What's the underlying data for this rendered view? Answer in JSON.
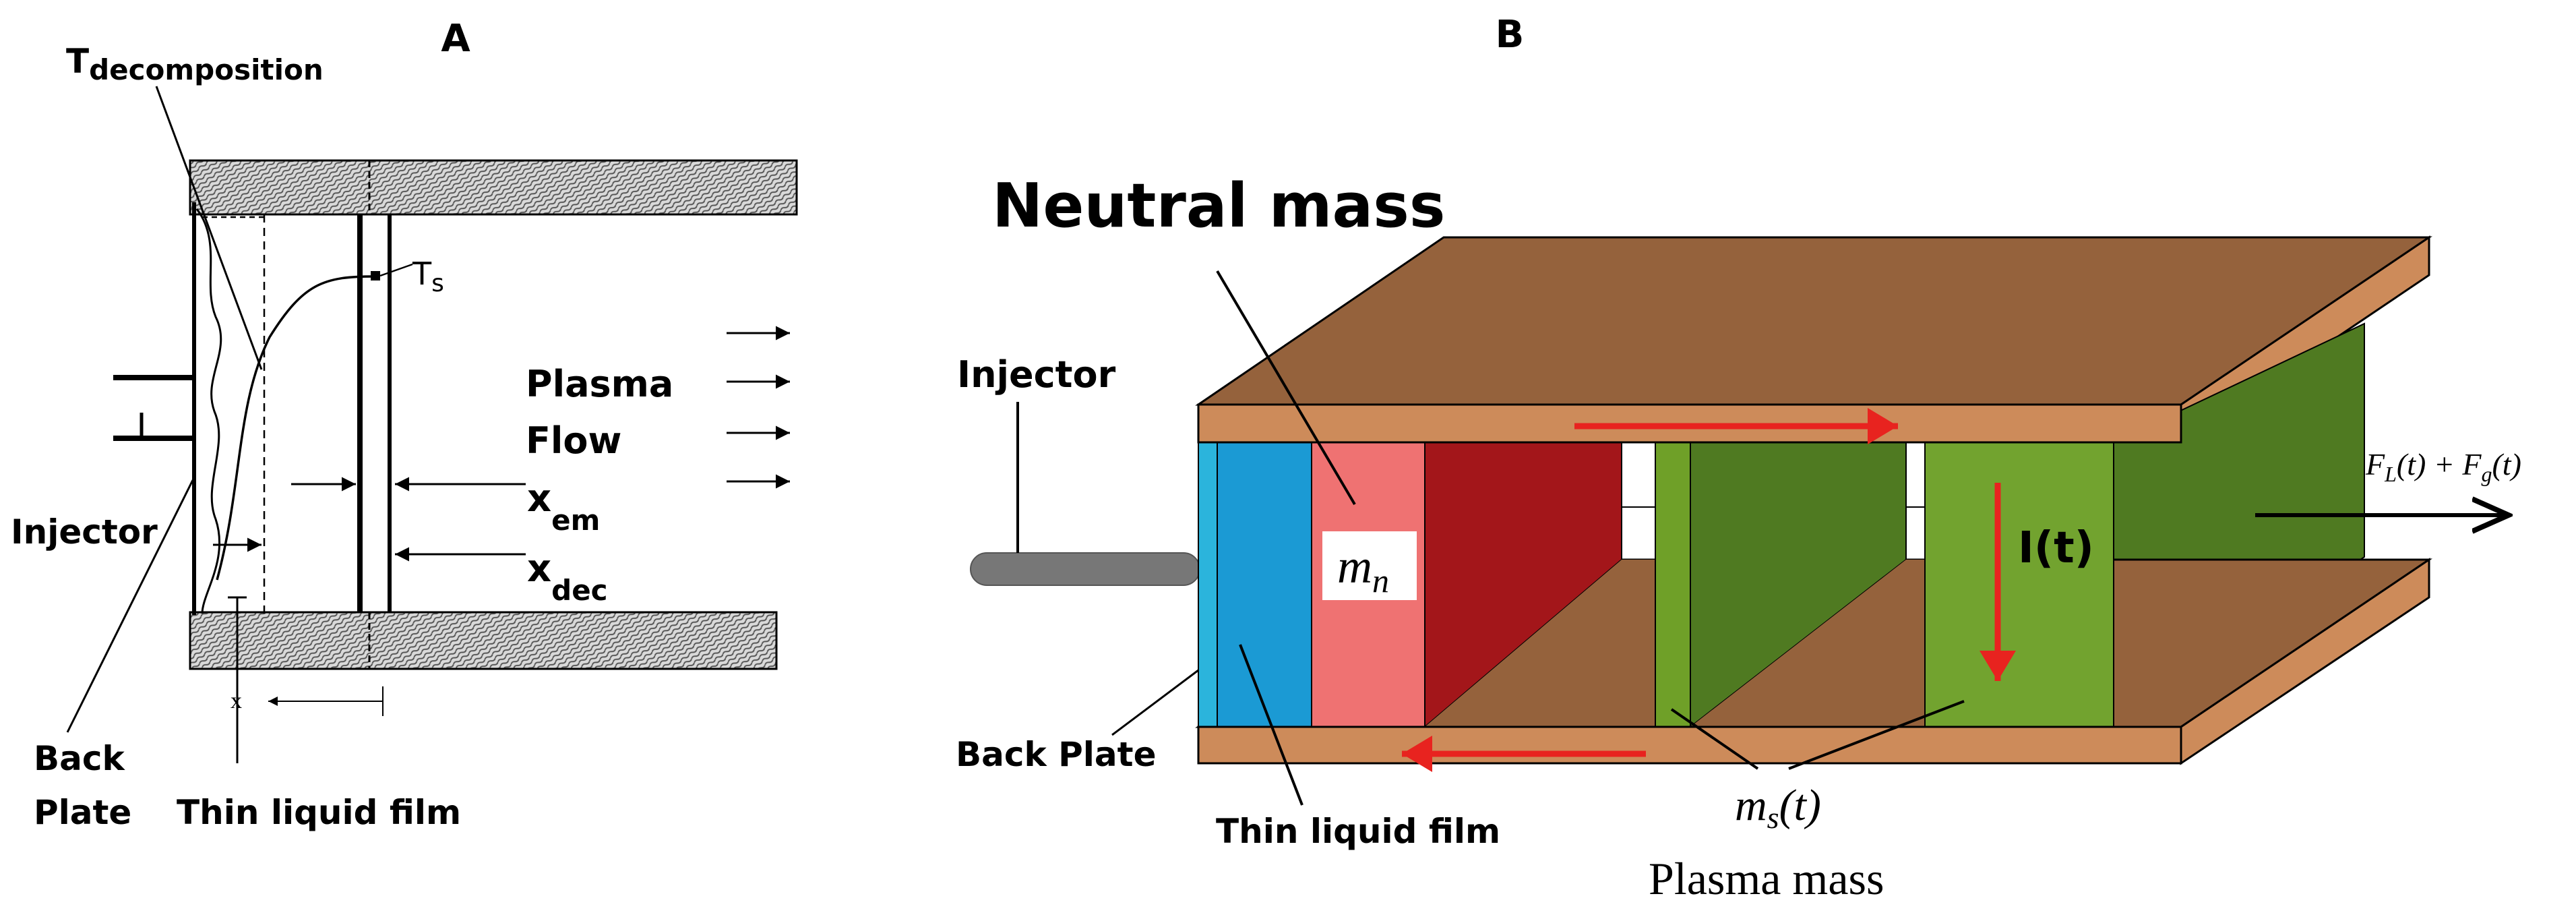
{
  "panel_a": {
    "panel_letter": "A",
    "labels": {
      "t_decomposition_base": "T",
      "t_decomposition_sub": "decomposition",
      "t_s_base": "T",
      "t_s_sub": "s",
      "plasma": "Plasma",
      "flow": "Flow",
      "x_em_base": "x",
      "x_em_sub": "em",
      "x_dec_base": "x",
      "x_dec_sub": "dec",
      "injector": "Injector",
      "back": "Back",
      "plate": "Plate",
      "thin_liquid_film": "Thin liquid film",
      "x_axis_letter": "x"
    }
  },
  "panel_b": {
    "panel_letter": "B",
    "labels": {
      "neutral_mass": "Neutral mass",
      "injector": "Injector",
      "m_n_base": "m",
      "m_n_sub": "n",
      "current": "I(t)",
      "force_fl_base": "F",
      "force_fl_sub": "L",
      "force_fl_arg": "(t) + ",
      "force_fg_base": "F",
      "force_fg_sub": "g",
      "force_fg_arg": "(t)",
      "back_plate": "Back Plate",
      "thin_liquid_film": "Thin liquid film",
      "m_s_base": "m",
      "m_s_sub": "s",
      "m_s_arg": "(t)",
      "plasma_mass": "Plasma mass"
    },
    "colors": {
      "electrode_face": "#cd8b5a",
      "electrode_top": "#95623c",
      "channel_floor": "#95623c",
      "liquid_film_light": "#2bb4dc",
      "liquid_film": "#1b9ad4",
      "neutral_mass": "#ef7272",
      "plasma_red": "#a3161a",
      "plasma_green_light": "#6fa028",
      "plasma_green": "#4f7a21",
      "plasma_green_slab": "#72a32f",
      "current_arrow": "#e8231f",
      "injector_rod": "#777777"
    }
  }
}
